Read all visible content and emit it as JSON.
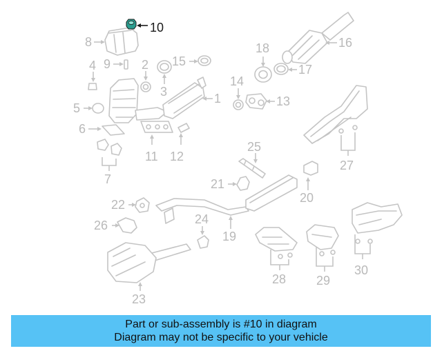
{
  "diagram": {
    "highlighted_part": "10",
    "highlight_color": "#2a9d8f",
    "callouts": [
      {
        "id": "1",
        "label": "1"
      },
      {
        "id": "2",
        "label": "2"
      },
      {
        "id": "3",
        "label": "3"
      },
      {
        "id": "4",
        "label": "4"
      },
      {
        "id": "5",
        "label": "5"
      },
      {
        "id": "6",
        "label": "6"
      },
      {
        "id": "7",
        "label": "7"
      },
      {
        "id": "8",
        "label": "8"
      },
      {
        "id": "9",
        "label": "9"
      },
      {
        "id": "10",
        "label": "10"
      },
      {
        "id": "11",
        "label": "11"
      },
      {
        "id": "12",
        "label": "12"
      },
      {
        "id": "13",
        "label": "13"
      },
      {
        "id": "14",
        "label": "14"
      },
      {
        "id": "15",
        "label": "15"
      },
      {
        "id": "16",
        "label": "16"
      },
      {
        "id": "17",
        "label": "17"
      },
      {
        "id": "18",
        "label": "18"
      },
      {
        "id": "19",
        "label": "19"
      },
      {
        "id": "20",
        "label": "20"
      },
      {
        "id": "21",
        "label": "21"
      },
      {
        "id": "22",
        "label": "22"
      },
      {
        "id": "23",
        "label": "23"
      },
      {
        "id": "24",
        "label": "24"
      },
      {
        "id": "25",
        "label": "25"
      },
      {
        "id": "26",
        "label": "26"
      },
      {
        "id": "27",
        "label": "27"
      },
      {
        "id": "28",
        "label": "28"
      },
      {
        "id": "29",
        "label": "29"
      },
      {
        "id": "30",
        "label": "30"
      }
    ]
  },
  "banner": {
    "line1": "Part or sub-assembly is #10 in diagram",
    "line2": "Diagram may not be specific to your vehicle",
    "color": "#56c2f5"
  }
}
